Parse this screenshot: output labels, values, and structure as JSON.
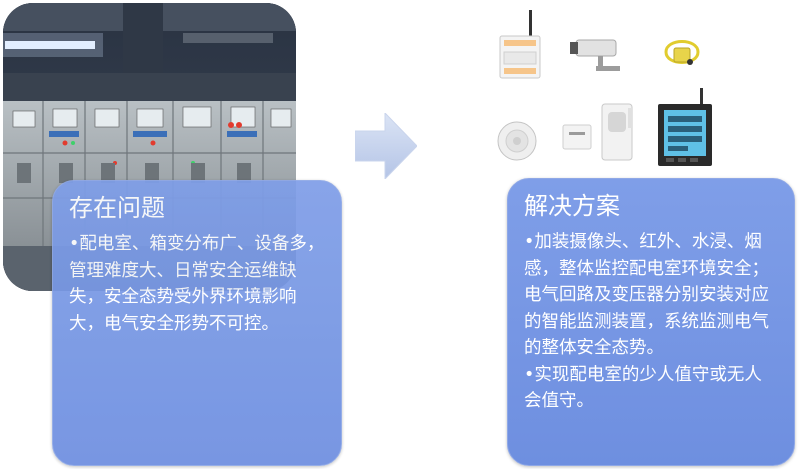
{
  "left_panel": {
    "title": "存在问题",
    "bullets": [
      "•配电室、箱变分布广、设备多，管理难度大、日常安全运维缺失，安全态势受外界环境影响大，电气安全形势不可控。"
    ]
  },
  "right_panel": {
    "title": "解决方案",
    "bullets": [
      "•加装摄像头、红外、水浸、烟感，整体监控配电室环境安全；电气回路及变压器分别安装对应的智能监测装置，系统监测电气的整体安全态势。",
      "•实现配电室的少人值守或无人会值守。"
    ]
  },
  "colors": {
    "panel_fill": "#7392e2",
    "arrow_fill": "#c5d3ef",
    "photo_dark": "#1c2533"
  },
  "icons": [
    "switchgear-photo",
    "right-arrow-icon",
    "wireless-module-icon",
    "camera-icon",
    "water-sensor-icon",
    "smoke-detector-icon",
    "controller-icon",
    "infrared-sensor-icon",
    "power-meter-icon"
  ]
}
